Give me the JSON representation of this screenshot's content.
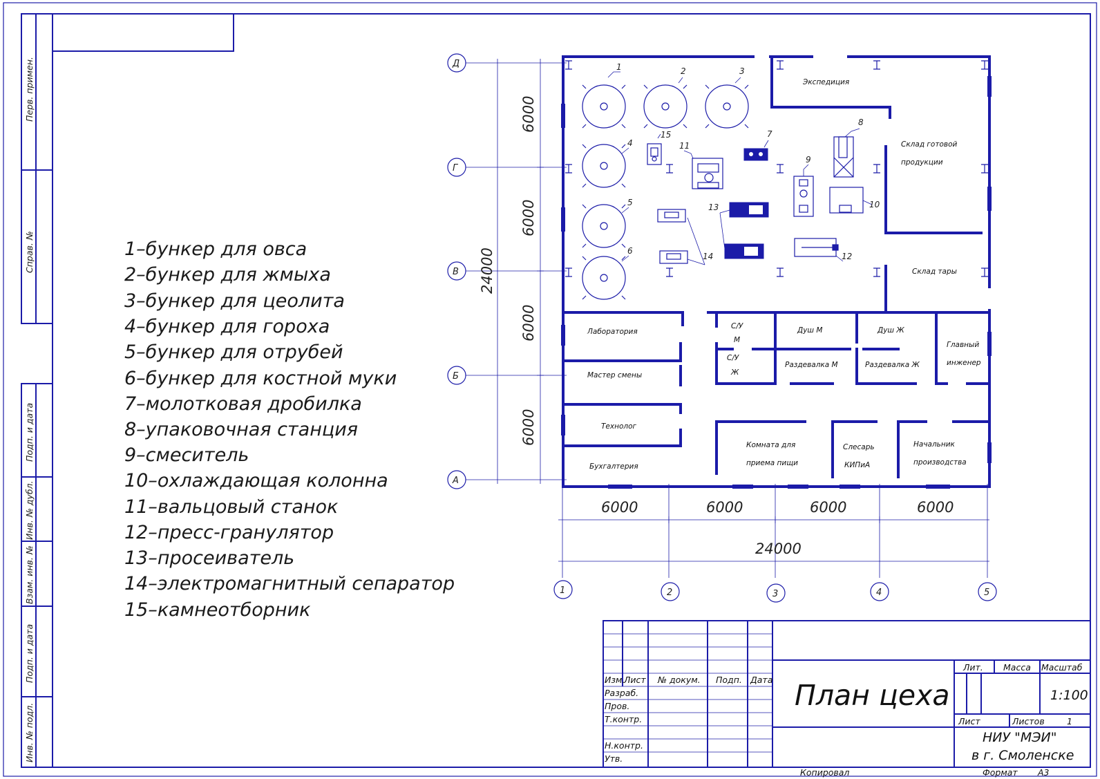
{
  "legend": [
    "1–бункер для овса",
    "2–бункер для жмыха",
    "3–бункер для цеолита",
    "4–бункер для гороха",
    "5–бункер для отрубей",
    "6–бункер для костной муки",
    "7–молотковая дробилка",
    "8–упаковочная станция",
    "9–смеситель",
    "10–охлаждающая колонна",
    "11–вальцовый станок",
    "12–пресс-гранулятор",
    "13–просеиватель",
    "14–электромагнитный сепаратор",
    "15–камнеотборник"
  ],
  "rooms": {
    "expedition": "Экспедиция",
    "finished_goods_1": "Склад готовой",
    "finished_goods_2": "продукции",
    "tare": "Склад тары",
    "lab": "Лаборатория",
    "shift_master": "Мастер смены",
    "technologist": "Технолог",
    "accounting": "Бухгалтерия",
    "wc_m_1": "С/У",
    "wc_m_2": "М",
    "wc_f_1": "С/У",
    "wc_f_2": "Ж",
    "shower_m": "Душ М",
    "shower_f": "Душ Ж",
    "changing_m": "Раздевалка М",
    "changing_f": "Раздевалка Ж",
    "chief_eng_1": "Главный",
    "chief_eng_2": "инженер",
    "dining_1": "Комната для",
    "dining_2": "приема пищи",
    "locksmith_1": "Слесарь",
    "locksmith_2": "КИПиА",
    "head_1": "Начальник",
    "head_2": "производства"
  },
  "equipment_numbers": [
    "1",
    "2",
    "3",
    "4",
    "5",
    "6",
    "7",
    "8",
    "9",
    "10",
    "11",
    "12",
    "13",
    "14",
    "15"
  ],
  "dimensions": {
    "rows": [
      "6000",
      "6000",
      "6000",
      "6000"
    ],
    "cols": [
      "6000",
      "6000",
      "6000",
      "6000"
    ],
    "total_v": "24000",
    "total_h": "24000"
  },
  "axes": {
    "rows": [
      "Д",
      "Г",
      "В",
      "Б",
      "А"
    ],
    "cols": [
      "1",
      "2",
      "3",
      "4",
      "5"
    ]
  },
  "side_labels": [
    "Перв. примен.",
    "Справ. №",
    "Подп. и дата",
    "Инв. № дубл.",
    "Взам. инв. №",
    "Подп. и дата",
    "Инв. № подл."
  ],
  "title_block": {
    "title": "План цеха",
    "col_izm": "Изм.",
    "col_list": "Лист",
    "col_doc": "№ докум.",
    "col_sign": "Подп.",
    "col_date": "Дата",
    "razrab": "Разраб.",
    "prov": "Пров.",
    "tkontr": "Т.контр.",
    "nkontr": "Н.контр.",
    "utv": "Утв.",
    "lit": "Лит.",
    "massa": "Масса",
    "masshtab": "Масштаб",
    "scale": "1:100",
    "sheet": "Лист",
    "sheets": "Листов",
    "sheets_n": "1",
    "org_1": "НИУ \"МЭИ\"",
    "org_2": "в г. Смоленске",
    "copied": "Копировал",
    "format": "Формат",
    "format_v": "А3"
  }
}
